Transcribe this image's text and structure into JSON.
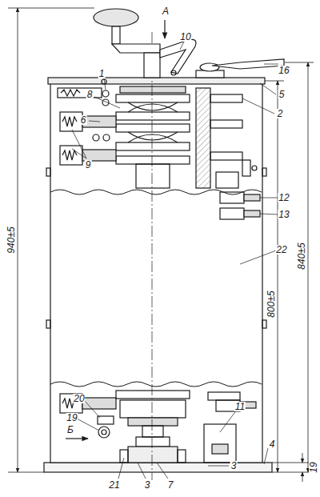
{
  "diagram": {
    "labels": [
      "10",
      "16",
      "A",
      "1",
      "5",
      "2",
      "8",
      "6",
      "9",
      "12",
      "13",
      "22",
      "940±5",
      "800±5",
      "840±5",
      "20",
      "19",
      "Б",
      "11",
      "4",
      "21",
      "3",
      "7",
      "3",
      "19"
    ]
  }
}
